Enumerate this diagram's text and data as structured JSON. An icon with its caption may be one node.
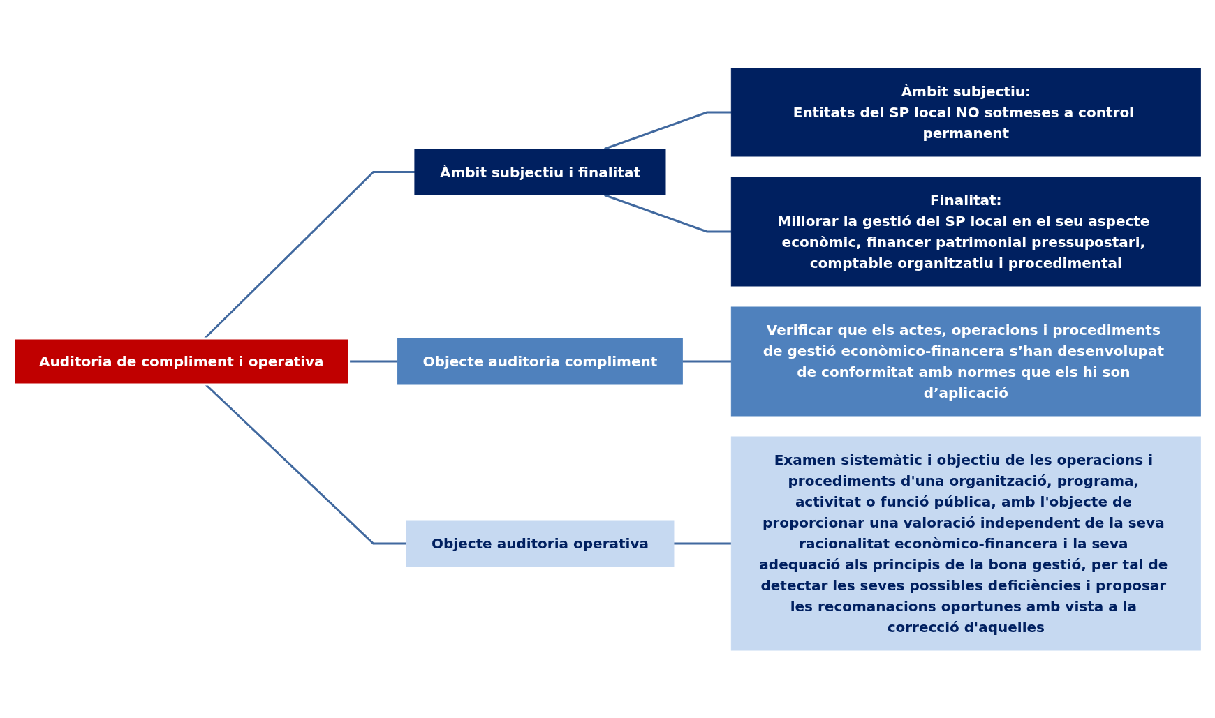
{
  "diagram": {
    "nodes": [
      {
        "text": [
          "Auditoria de compliment i operativa"
        ]
      },
      {
        "text": [
          "Àmbit subjectiu i finalitat"
        ]
      },
      {
        "text": [
          "Objecte auditoria compliment"
        ]
      },
      {
        "text": [
          "Objecte auditoria operativa"
        ]
      },
      {
        "text": [
          "Àmbit subjectiu:",
          "Entitats del SP local NO sotmeses a control permanent"
        ]
      },
      {
        "text": [
          "Finalitat:",
          "Millorar la gestió del SP local en el seu aspecte econòmic, financer patrimonial pressupostari, comptable organitzatiu i procedimental"
        ]
      },
      {
        "text": [
          "Verificar que els actes, operacions i procediments de gestió econòmico-financera s’han desenvolupat de conformitat amb normes que els hi son d’aplicació"
        ]
      },
      {
        "text": [
          "Examen sistemàtic i objectiu de les operacions i procediments d'una organització, programa, activitat o funció pública, amb l'objecte de proporcionar una valoració independent de la seva racionalitat econòmico-financera i la seva adequació als principis de la bona gestió, per tal de detectar les seves possibles deficiències i proposar les recomanacions oportunes amb vista a la correcció d'aquelles"
        ]
      }
    ],
    "edges": [
      {
        "from": 0,
        "to": 1,
        "arrow": "none"
      },
      {
        "from": 0,
        "to": 2,
        "arrow": "none"
      },
      {
        "from": 0,
        "to": 3,
        "arrow": "none"
      },
      {
        "from": 1,
        "to": 4,
        "arrow": "none"
      },
      {
        "from": 1,
        "to": 5,
        "arrow": "none"
      },
      {
        "from": 2,
        "to": 6,
        "arrow": "none"
      },
      {
        "from": 3,
        "to": 7,
        "arrow": "none"
      }
    ]
  }
}
